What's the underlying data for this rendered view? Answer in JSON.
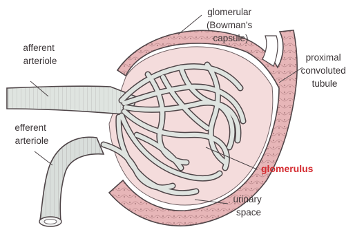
{
  "labels": {
    "glomerular_capsule": [
      "glomerular",
      "(Bowman's",
      "capsule)"
    ],
    "afferent_arteriole": [
      "afferent",
      "arteriole"
    ],
    "efferent_arteriole": [
      "efferent",
      "arteriole"
    ],
    "proximal_tubule": [
      "proximal",
      "convoluted",
      "tubule"
    ],
    "glomerulus": "glomerulus",
    "urinary_space": [
      "urinary",
      "space"
    ]
  },
  "colors": {
    "capsule_fill": "#e7b6b8",
    "capsule_outline": "#4e4447",
    "urinary_space_fill": "#f4dcdc",
    "capillary_fill": "#dfe4e0",
    "capillary_outline": "#4e4447",
    "glomerulus_label": "#d42a2f",
    "label_text": "#3a3436"
  }
}
